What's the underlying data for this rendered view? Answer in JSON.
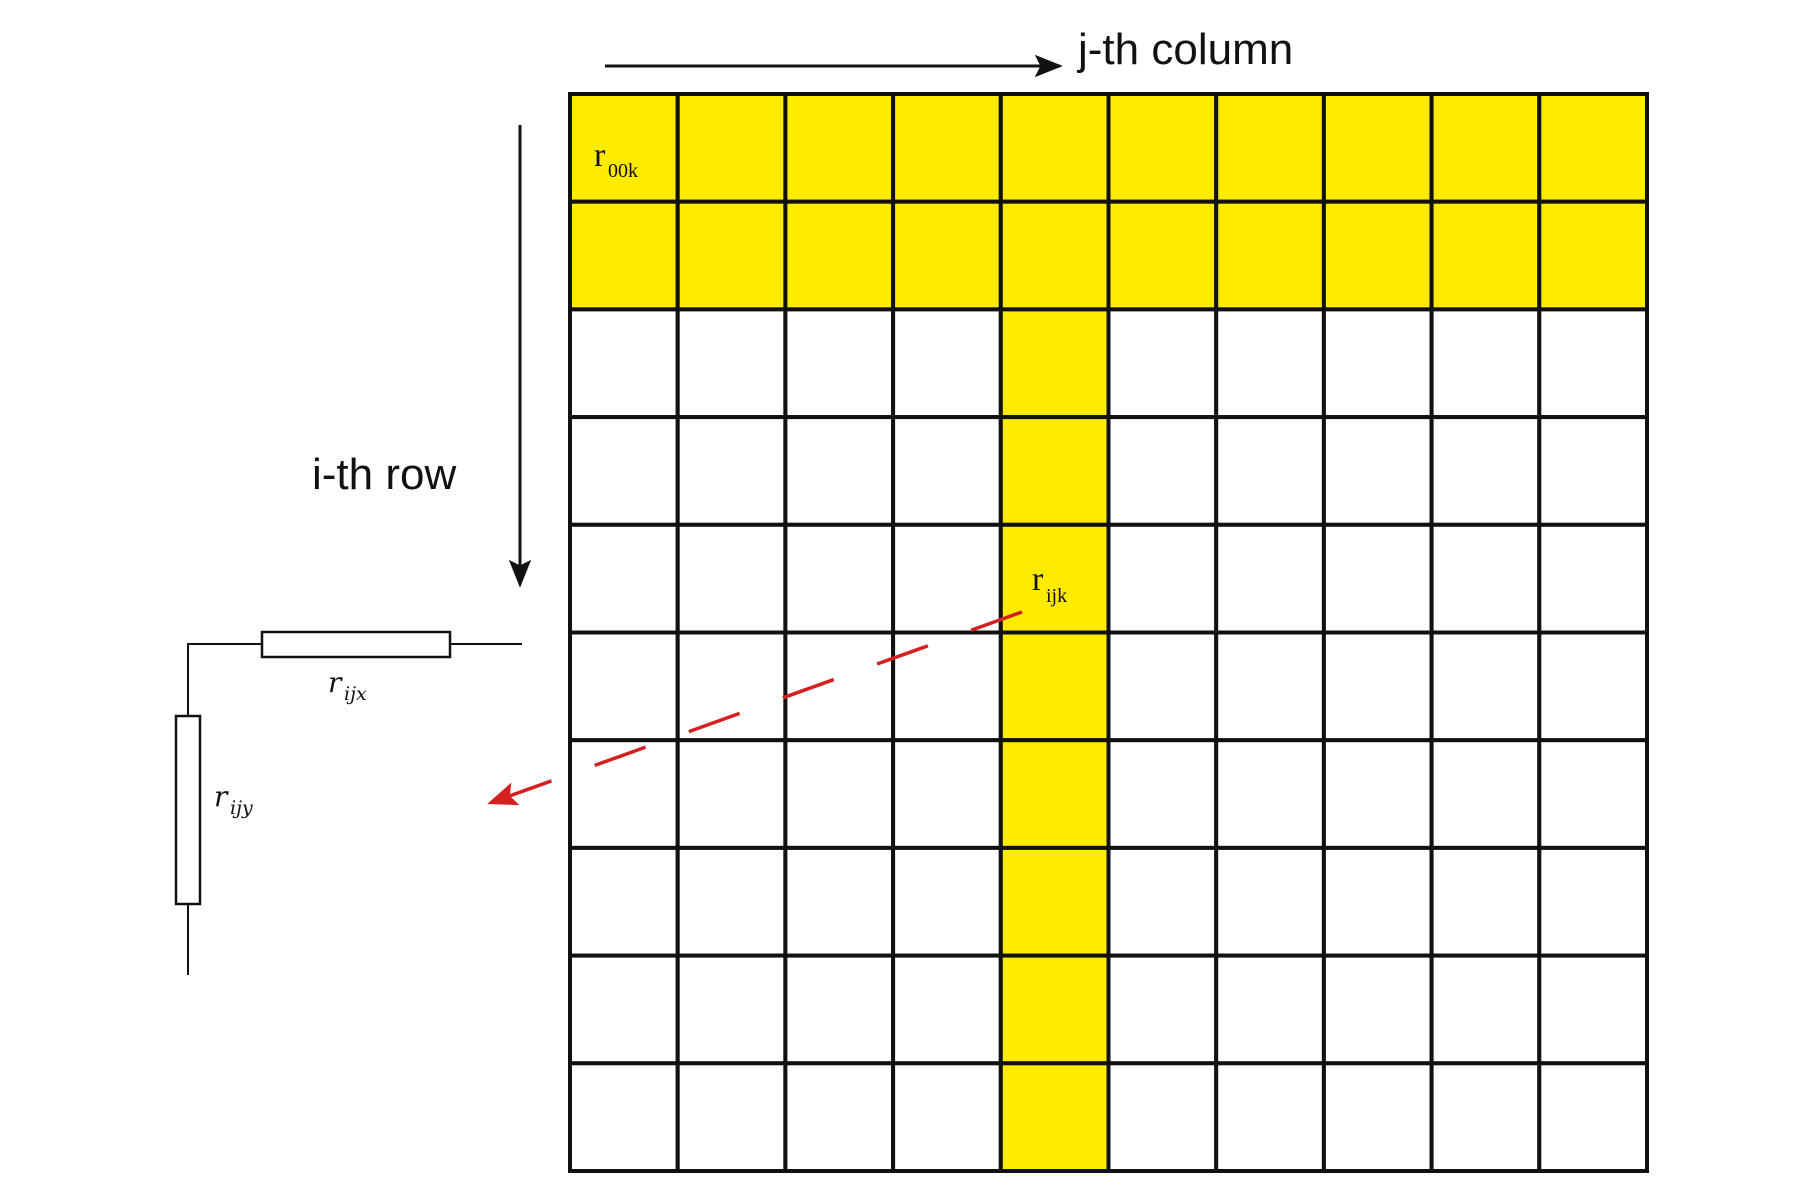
{
  "grid": {
    "rows": 10,
    "cols": 10,
    "highlight_rows": [
      0,
      1
    ],
    "highlight_col": 4
  },
  "labels": {
    "column_axis": "j-th column",
    "row_axis": "i-th row",
    "corner_cell": {
      "base": "r",
      "sub": "00k"
    },
    "target_cell": {
      "base": "r",
      "sub": "ijk"
    },
    "resistor_x": {
      "base": "r",
      "sub": "ijx"
    },
    "resistor_y": {
      "base": "r",
      "sub": "ijy"
    }
  },
  "colors": {
    "highlight": "#FFEB00",
    "grid_line": "#111111",
    "cell_bg": "#FFFFFF",
    "pointer_arrow": "#D42020",
    "text": "#111111"
  }
}
